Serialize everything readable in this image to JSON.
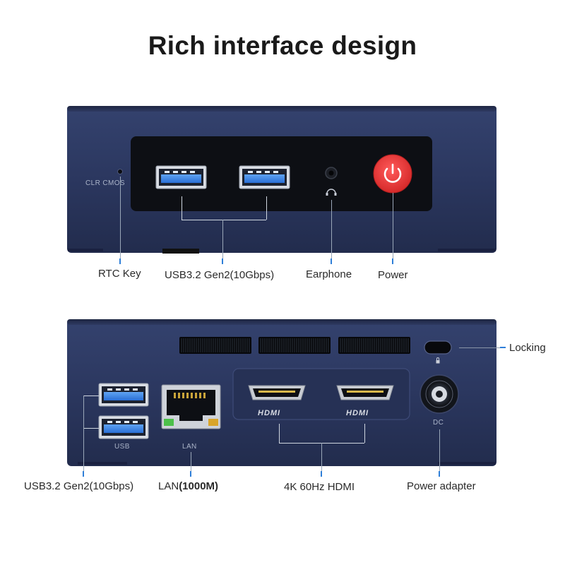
{
  "title": "Rich interface design",
  "front_panel": {
    "clr_cmos": "CLR CMOS",
    "labels": {
      "rtc_key": "RTC Key",
      "usb": "USB3.2 Gen2(10Gbps)",
      "earphone": "Earphone",
      "power": "Power"
    }
  },
  "rear_panel": {
    "port_text": {
      "usb": "USB",
      "lan": "LAN",
      "dc": "DC"
    },
    "labels": {
      "locking": "Locking",
      "usb": "USB3.2 Gen2(10Gbps)",
      "lan_prefix": "LAN",
      "lan_speed": "(1000M)",
      "hdmi": "4K 60Hz HDMI",
      "power_adapter": "Power adapter"
    }
  },
  "colors": {
    "chassis": "#2d3a63",
    "panel": "#0d0f14",
    "usb_blue": "#2e7be6",
    "power_red": "#e23a3a",
    "accent_tick": "#2f7fd8"
  }
}
